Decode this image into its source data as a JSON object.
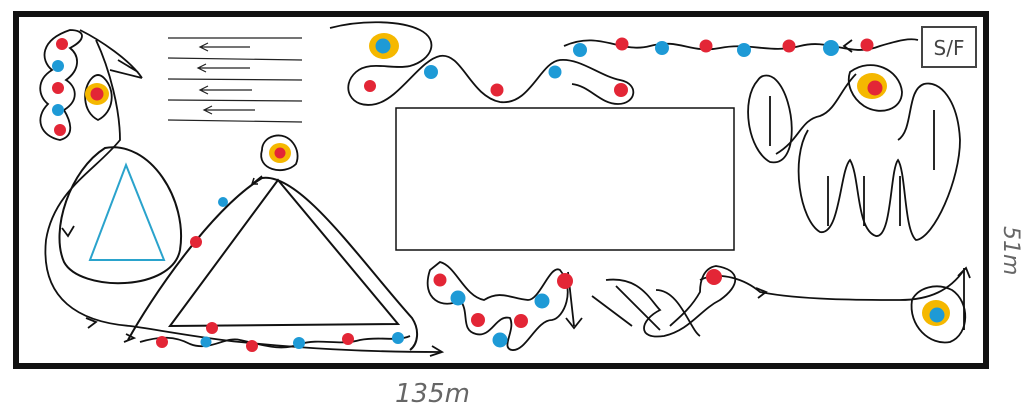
{
  "labels": {
    "start_finish": "S/F",
    "width": "135m",
    "height": "51m"
  },
  "colors": {
    "red_cone": "#e32636",
    "blue_cone": "#1e9ad6",
    "yellow_ring": "#f5b800",
    "outline": "#111111",
    "triangle_inner": "#2aa3cc",
    "label": "#777777"
  },
  "icons": {
    "red_cone": "red-cone-icon",
    "blue_cone": "blue-cone-icon",
    "rotation_cone": "yellow-ring-cone-icon",
    "arrow": "direction-arrow-icon"
  }
}
